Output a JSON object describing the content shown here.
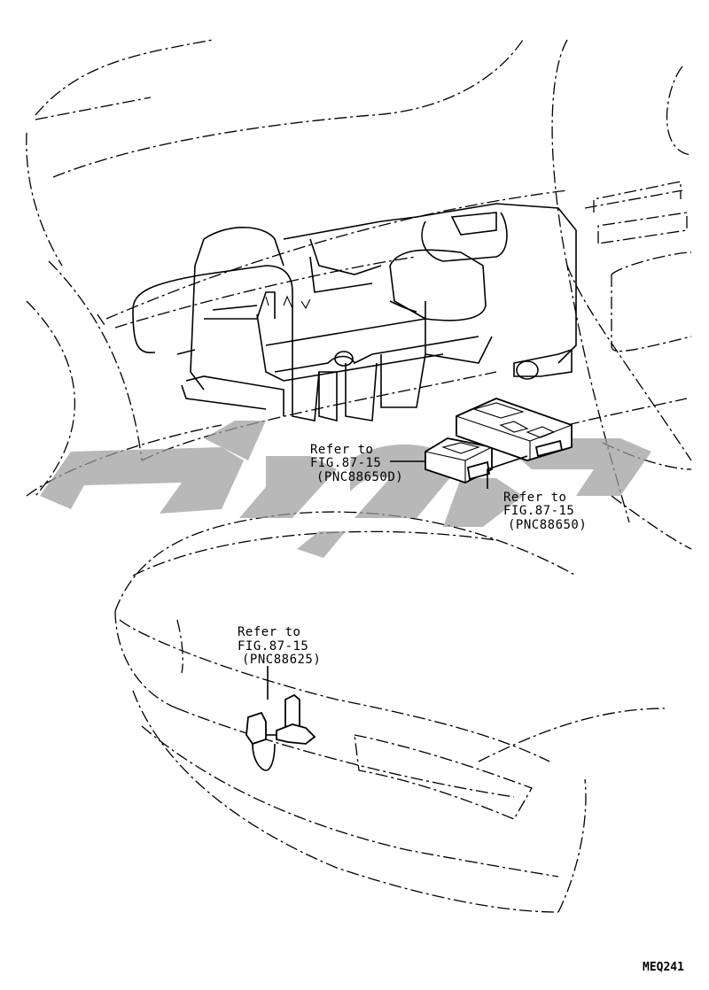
{
  "diagram": {
    "callouts": [
      {
        "id": "callout-88650d",
        "line1": "Refer to",
        "line2": "FIG.87-15",
        "line3": "(PNC88650D)"
      },
      {
        "id": "callout-88650",
        "line1": "Refer to",
        "line2": "FIG.87-15",
        "line3": "(PNC88650)"
      },
      {
        "id": "callout-88625",
        "line1": "Refer to",
        "line2": "FIG.87-15",
        "line3": "(PNC88625)"
      }
    ],
    "figure_code": "MEQ241"
  },
  "colors": {
    "line": "#000000",
    "watermark": "#9c9c9c",
    "background": "#ffffff"
  }
}
